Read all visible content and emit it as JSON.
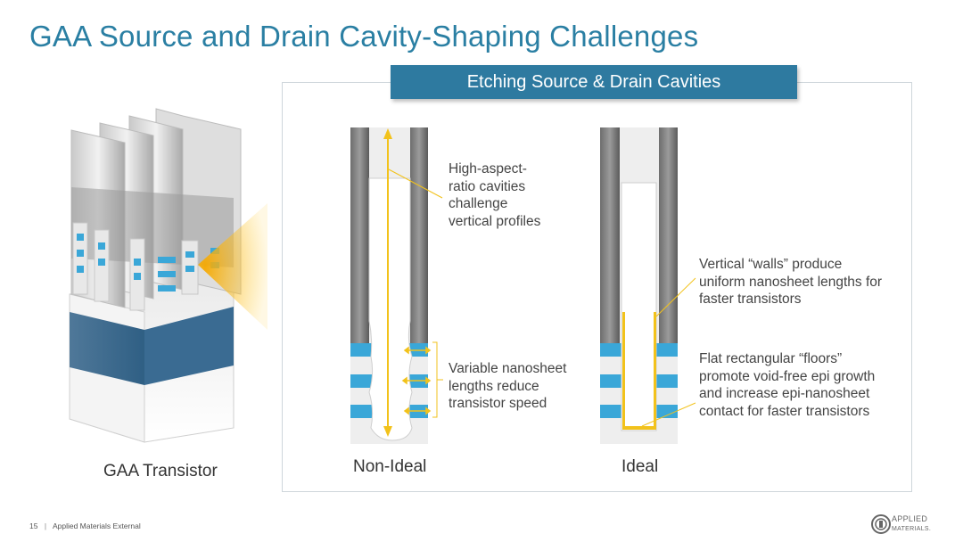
{
  "title": "GAA Source and Drain Cavity-Shaping Challenges",
  "banner": "Etching Source & Drain Cavities",
  "left_caption": "GAA Transistor",
  "non_ideal": {
    "caption": "Non-Ideal",
    "note_top": "High-aspect-\nratio cavities\nchallenge\nvertical profiles",
    "note_bottom": "Variable nanosheet\nlengths reduce\ntransistor speed"
  },
  "ideal": {
    "caption": "Ideal",
    "note_top": "Vertical “walls” produce\nuniform nanosheet lengths for\nfaster transistors",
    "note_bottom": "Flat rectangular “floors”\npromote void-free epi growth\nand increase epi-nanosheet\ncontact for faster transistors"
  },
  "footer": {
    "page": "15",
    "text": "Applied Materials External"
  },
  "logo": {
    "line1": "APPLIED",
    "line2": "MATERIALS."
  },
  "colors": {
    "title": "#2a7fa3",
    "banner": "#2e7aa0",
    "nanosheet": "#3aa7d8",
    "arrow": "#f2c21b",
    "arrow_glow": "#f7b500"
  }
}
